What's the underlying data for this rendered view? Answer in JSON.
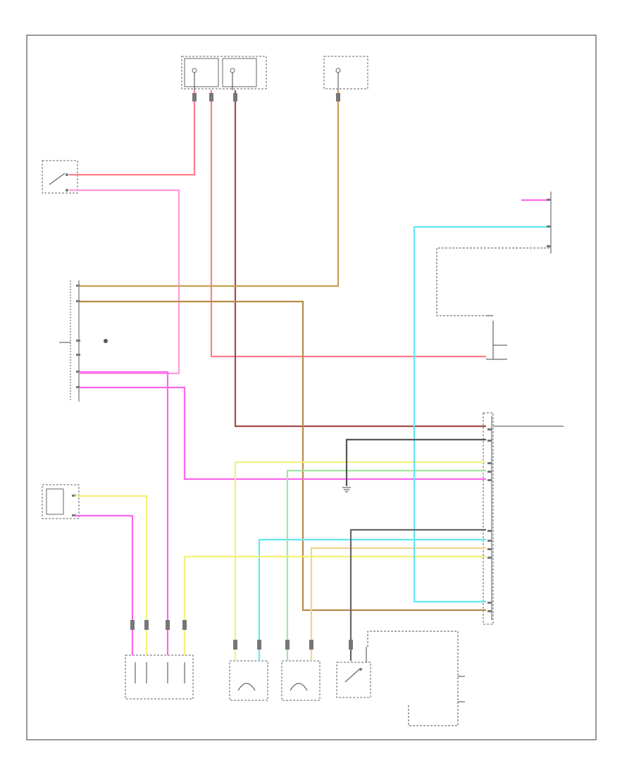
{
  "diagram": {
    "footer_code": "",
    "colors": {
      "red": "#ff7d8a",
      "pink": "#ff9adf",
      "magenta": "#ff66ee",
      "tan": "#c9a050",
      "brown": "#9a6e40",
      "maroon": "#a04a4a",
      "yellow": "#f3f07a",
      "green": "#a0e7a0",
      "cyan": "#60e8f0",
      "black": "#444444"
    },
    "components": [
      {
        "id": "top-fuse-block",
        "label": ""
      },
      {
        "id": "top-hot-at-all-times-box",
        "label": ""
      },
      {
        "id": "stop-lamp-switch",
        "label": ""
      },
      {
        "id": "underhood-junction-block",
        "label": ""
      },
      {
        "id": "brake-pressure-sensor",
        "label": ""
      },
      {
        "id": "instrument-panel-cluster",
        "label": ""
      },
      {
        "id": "vehicle-speed-sensor",
        "label": ""
      },
      {
        "id": "electronic-brake-control-module",
        "label": ""
      },
      {
        "id": "powertrain-control-module",
        "label": ""
      },
      {
        "id": "left-front-wheel-speed-sensor",
        "label": ""
      },
      {
        "id": "right-front-wheel-speed-sensor",
        "label": ""
      },
      {
        "id": "brake-fluid-level-switch",
        "label": ""
      },
      {
        "id": "lighting-control-relay",
        "label": ""
      }
    ]
  }
}
